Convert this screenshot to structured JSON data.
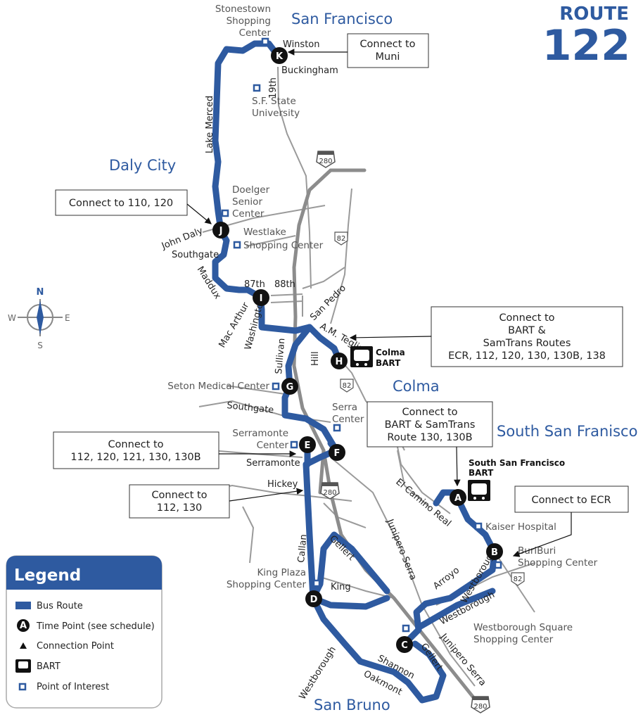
{
  "route": {
    "label": "ROUTE",
    "number": "122",
    "color": "#2e5aa0"
  },
  "cities": {
    "san_francisco": "San Francisco",
    "daly_city": "Daly City",
    "colma": "Colma",
    "south_san_francisco": "South San Franisco",
    "san_bruno": "San Bruno"
  },
  "streets": {
    "winston": "Winston",
    "buckingham": "Buckingham",
    "nineteenth": "19th",
    "lake_merced": "Lake Merced",
    "john_daly": "John Daly",
    "southgate_north": "Southgate",
    "maddux": "Maddux",
    "eighty_seventh": "87th",
    "eighty_eighth": "88th",
    "mac_arthur": "Mac Arthur",
    "washington": "Washington",
    "san_pedro": "San Pedro",
    "am_teglia": "A.M. Teglia",
    "hill": "Hill",
    "sullivan": "Sullivan",
    "southgate_south": "Southgate",
    "serramonte": "Serramonte",
    "hickey": "Hickey",
    "callan": "Callan",
    "gellert_north": "Gellert",
    "king": "King",
    "junipero_serra_north": "Junipero Serra",
    "el_camino_real": "El Camino Real",
    "arroyo": "Arroyo",
    "westborough_east": "Westborough",
    "westborough_west": "Westborough",
    "shannon": "Shannon",
    "oakmont": "Oakmont",
    "gellert_south": "Gellert",
    "junipero_serra_south": "Junipero Serra"
  },
  "highways": {
    "i280_a": "280",
    "i280_b": "280",
    "i280_c": "280",
    "sr82_a": "82",
    "sr82_b": "82",
    "sr82_c": "82"
  },
  "pois": {
    "stonestown": [
      "Stonestown",
      "Shopping",
      "Center"
    ],
    "sf_state": [
      "S.F. State",
      "University"
    ],
    "doelger": [
      "Doelger",
      "Senior",
      "Center"
    ],
    "westlake": "Westlake",
    "westlake2": "Shopping Center",
    "seton": "Seton Medical Center",
    "serra_center": [
      "Serra",
      "Center"
    ],
    "serramonte_center": [
      "Serramonte",
      "Center"
    ],
    "king_plaza": [
      "King Plaza",
      "Shopping Center"
    ],
    "kaiser": "Kaiser Hospital",
    "buriburi": [
      "BuriBuri",
      "Shopping Center"
    ],
    "westborough_square": [
      "Westborough Square",
      "Shopping Center"
    ]
  },
  "bart": {
    "colma": [
      "Colma",
      "BART"
    ],
    "ssf": [
      "South San Francisco",
      "BART"
    ]
  },
  "time_points": [
    "A",
    "B",
    "C",
    "D",
    "E",
    "F",
    "G",
    "H",
    "I",
    "J",
    "K"
  ],
  "connections": {
    "muni": [
      "Connect to",
      "Muni"
    ],
    "j": [
      "Connect to 110, 120"
    ],
    "h": [
      "Connect to",
      "BART &",
      "SamTrans Routes",
      "ECR, 112, 120, 130, 130B, 138"
    ],
    "a": [
      "Connect to",
      "BART & SamTrans",
      "Route 130, 130B"
    ],
    "e": [
      "Connect to",
      "112, 120, 121, 130, 130B"
    ],
    "hickey": [
      "Connect to",
      "112, 130"
    ],
    "b": [
      "Connect to ECR"
    ]
  },
  "compass": {
    "n": "N",
    "s": "S",
    "e": "E",
    "w": "W"
  },
  "legend": {
    "title": "Legend",
    "items": [
      "Bus Route",
      "Time Point (see schedule)",
      "Connection Point",
      "BART",
      "Point of Interest"
    ],
    "sample_letter": "A"
  }
}
